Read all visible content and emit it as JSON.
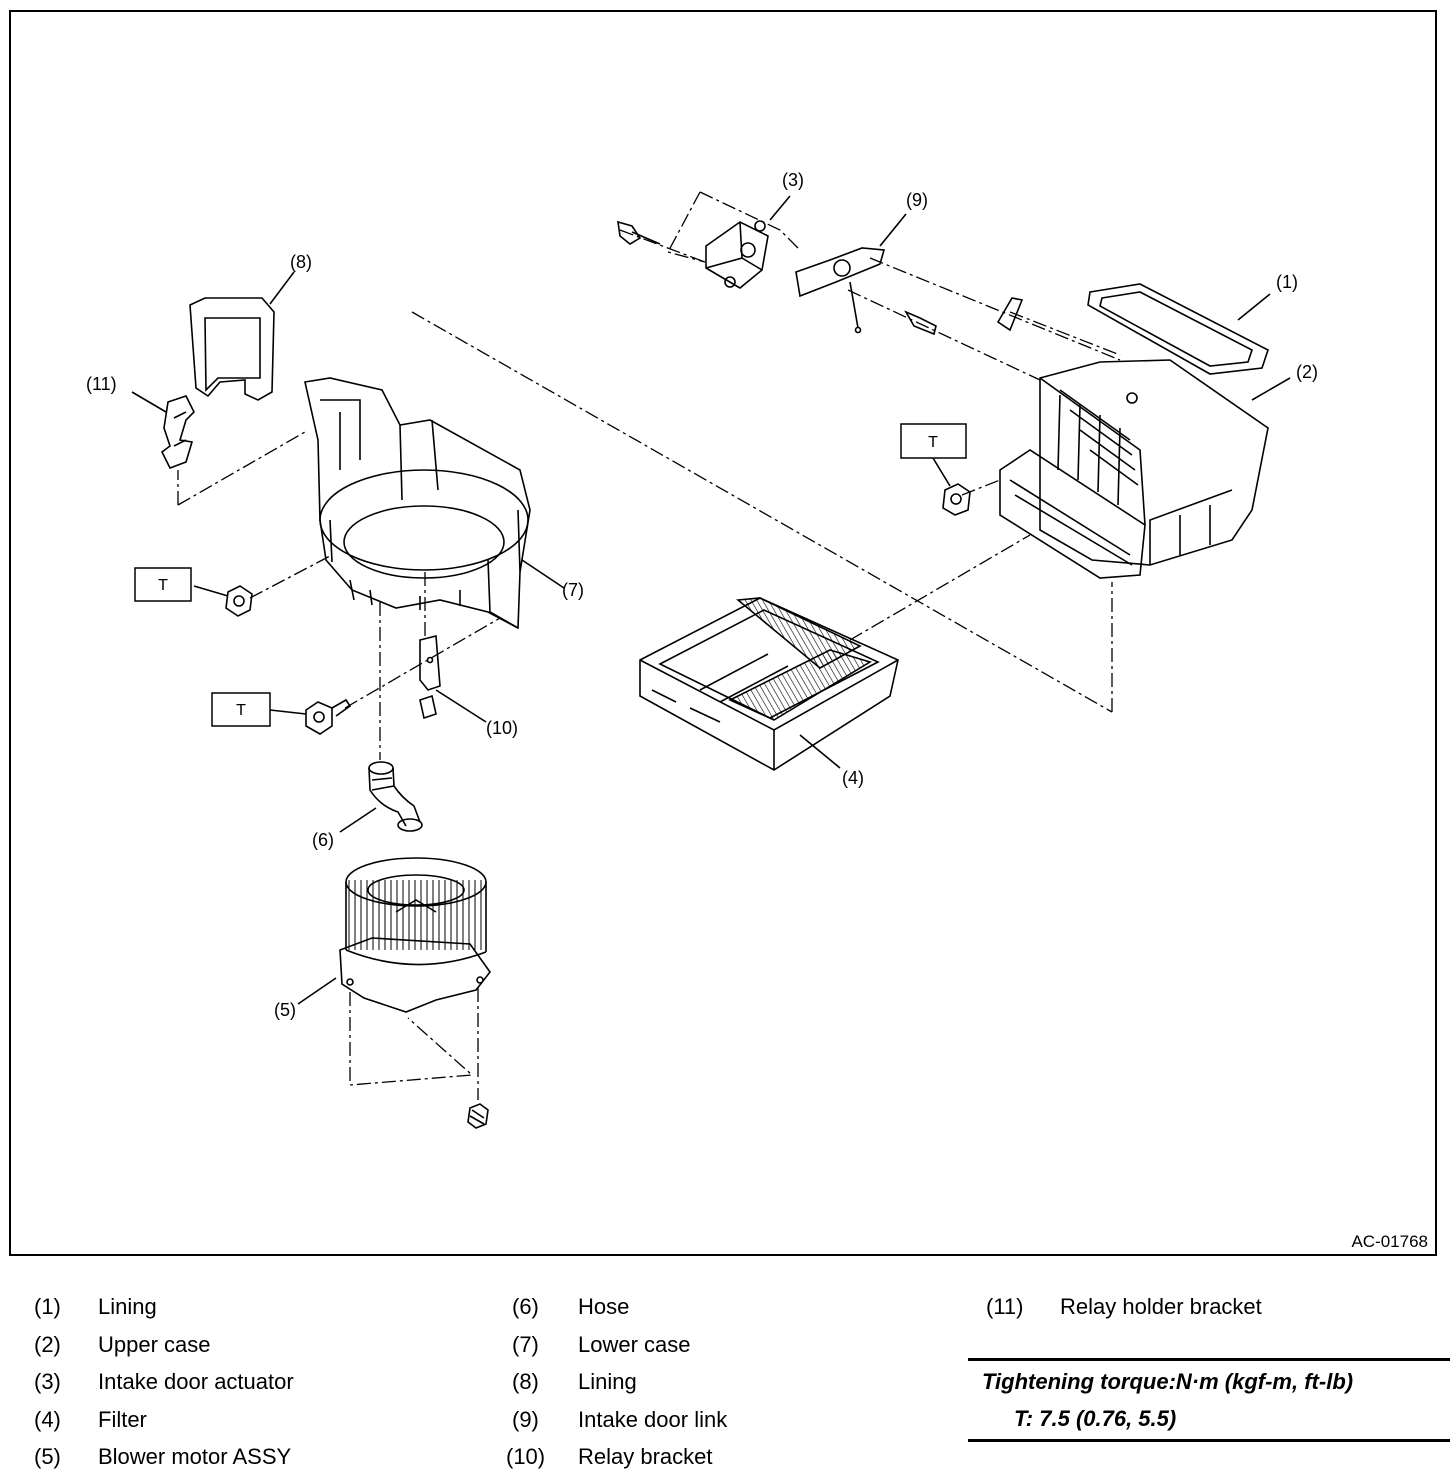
{
  "diagram": {
    "figure_id": "AC-01768",
    "callouts": [
      "(1)",
      "(2)",
      "(3)",
      "(4)",
      "(5)",
      "(6)",
      "(7)",
      "(8)",
      "(9)",
      "(10)",
      "(11)"
    ],
    "torque_marker": "T"
  },
  "legend": {
    "items": [
      {
        "num": "(1)",
        "name": "Lining"
      },
      {
        "num": "(2)",
        "name": "Upper case"
      },
      {
        "num": "(3)",
        "name": "Intake door actuator"
      },
      {
        "num": "(4)",
        "name": "Filter"
      },
      {
        "num": "(5)",
        "name": "Blower motor ASSY"
      },
      {
        "num": "(6)",
        "name": "Hose"
      },
      {
        "num": "(7)",
        "name": "Lower case"
      },
      {
        "num": "(8)",
        "name": "Lining"
      },
      {
        "num": "(9)",
        "name": "Intake door link"
      },
      {
        "num": "(10)",
        "name": "Relay bracket"
      },
      {
        "num": "(11)",
        "name": "Relay holder bracket"
      }
    ]
  },
  "torque": {
    "heading": "Tightening torque:N·m (kgf-m, ft-lb)",
    "value_line": "T:   7.5 (0.76, 5.5)"
  }
}
